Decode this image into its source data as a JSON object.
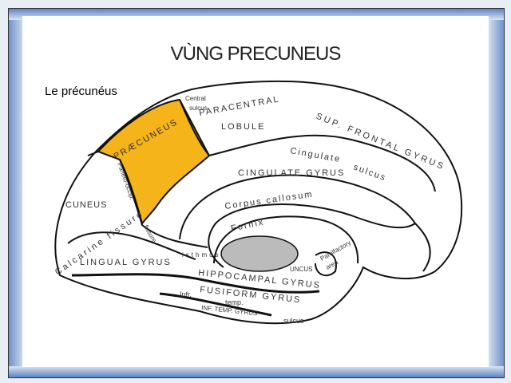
{
  "slide": {
    "title": "VÙNG PRECUNEUS",
    "subtitle": "Le précunéus",
    "highlight_color": "#f5b41a"
  },
  "labels": {
    "central_sulcus_1": "Central",
    "central_sulcus_2": "sulcus",
    "paracentral_1": "PARACENTRAL",
    "paracentral_2": "LOBULE",
    "sup_frontal": "SUP. FRONTAL GYRUS",
    "cingulate_sulcus_1": "Cingulate",
    "cingulate_sulcus_2": "sulcus",
    "cingulate_gyrus": "CINGULATE GYRUS",
    "corpus_callosum": "Corpus callosum",
    "fornix": "Fornix",
    "praecuneus": "PRÆCUNEUS",
    "parieto_occip": "Parieto-occip.",
    "fissure": "fissure",
    "cuneus": "CUNEUS",
    "calcarine": "Calcarine fissure",
    "lingual": "LINGUAL GYRUS",
    "isthmus": "isthmus",
    "hippocampal": "HIPPOCAMPAL GYRUS",
    "uncus": "UNCUS",
    "parolfactory_1": "Parolfactory",
    "parolfactory_2": "area",
    "fusiform": "FUSIFORM GYRUS",
    "infr": "Infr.",
    "temp": "temp.",
    "sulcus": "sulcus",
    "inf_temp_gyrus": "INF. TEMP. GYRUS"
  }
}
